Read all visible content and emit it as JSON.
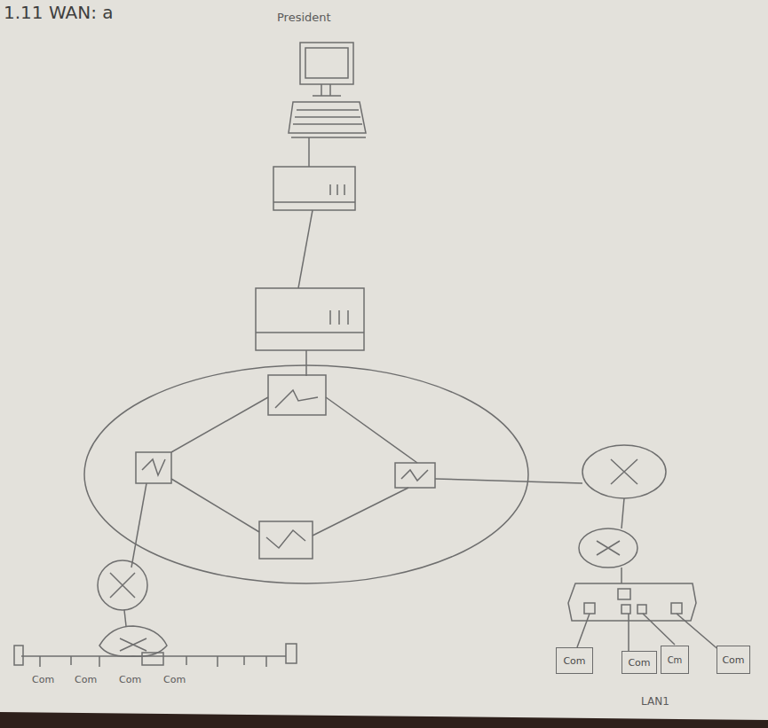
{
  "diagram": {
    "title": "1.11 WAN: a",
    "nodes": [
      {
        "text": [
          "Com"
        ]
      },
      {
        "text": [
          "Com"
        ]
      },
      {
        "text": [
          "Cm"
        ]
      },
      {
        "text": [
          "Com"
        ]
      }
    ],
    "labels": [
      "President",
      "Com",
      "Com",
      "Com",
      "Com",
      "LAN1"
    ]
  }
}
